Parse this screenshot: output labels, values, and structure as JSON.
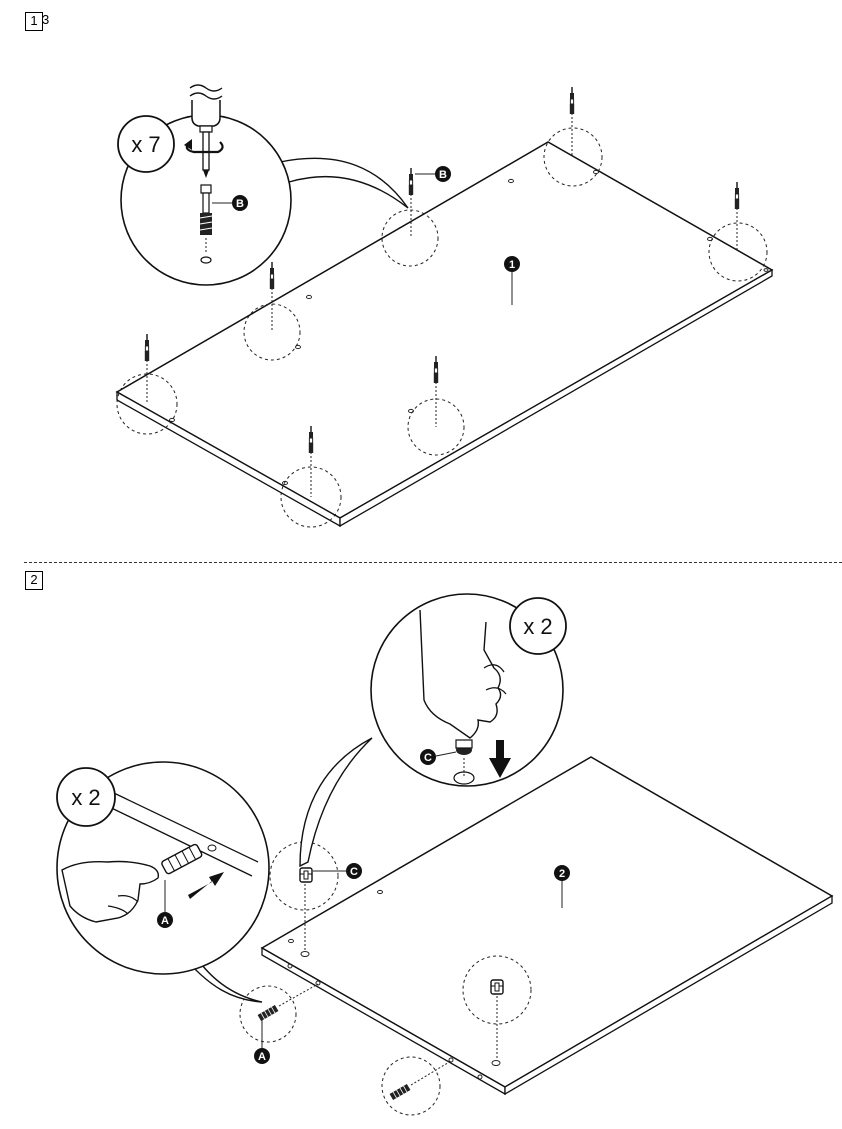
{
  "step1": {
    "number": "1",
    "overlap": "3"
  },
  "step2": {
    "number": "2"
  },
  "callouts": {
    "x7": "x 7",
    "x2_right": "x 2",
    "x2_left": "x 2"
  },
  "parts": {
    "panel_1": "1",
    "panel_2": "2",
    "fitting_A": "A",
    "fitting_B": "B",
    "fitting_C": "C"
  }
}
